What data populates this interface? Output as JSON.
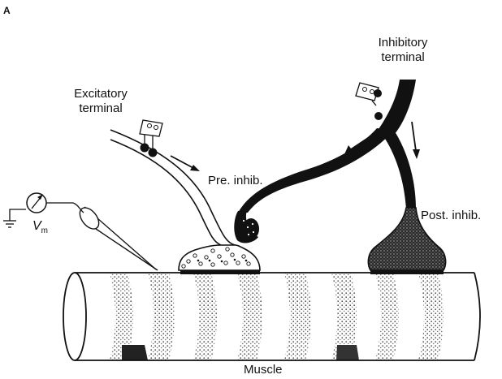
{
  "figure": {
    "panel_label": "A",
    "labels": {
      "excitatory_terminal": [
        "Excitatory",
        "terminal"
      ],
      "inhibitory_terminal": [
        "Inhibitory",
        "terminal"
      ],
      "pre_inhib": "Pre. inhib.",
      "post_inhib": "Post. inhib.",
      "vm_symbol": "V",
      "vm_subscript": "m",
      "muscle": "Muscle"
    },
    "colors": {
      "ink": "#111111",
      "muscle_band": "#9a9a9a",
      "background": "#ffffff"
    }
  }
}
